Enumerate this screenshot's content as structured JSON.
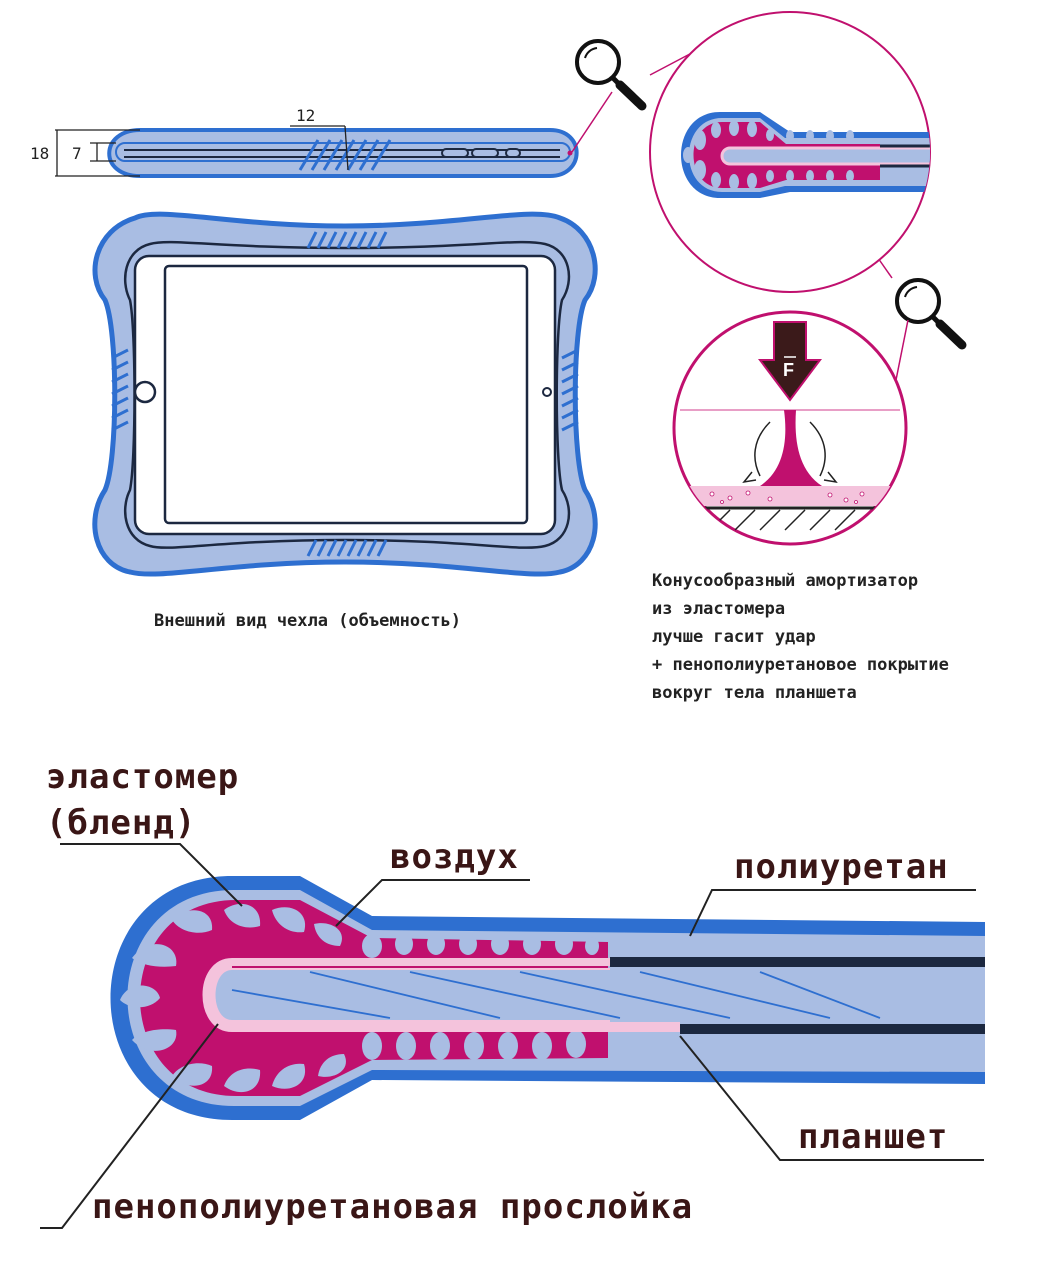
{
  "dimensions": {
    "total": "18",
    "inner": "7",
    "ribs": "12"
  },
  "force_label": "F",
  "captions": {
    "view": "Внешний вид чехла (объемность)",
    "note": [
      "Конусообразный амортизатор",
      "из эластомера",
      "лучше гасит удар",
      "+ пенополиуретановое покрытие",
      "вокруг тела планшета"
    ]
  },
  "labels": {
    "elastomer_line1": "эластомер",
    "elastomer_line2": "(бленд)",
    "air": "воздух",
    "polyurethane": "полиуретан",
    "tablet": "планшет",
    "foam_layer": "пенополиуретановая прослойка"
  },
  "colors": {
    "outline_blue": "#2e6fd0",
    "fill_blue": "#a9bde3",
    "elastomer": "#c0106e",
    "foam_pink": "#f4c3dc",
    "dark_line": "#1c2840"
  },
  "icons": [
    "magnifier-icon",
    "magnifier-icon"
  ]
}
